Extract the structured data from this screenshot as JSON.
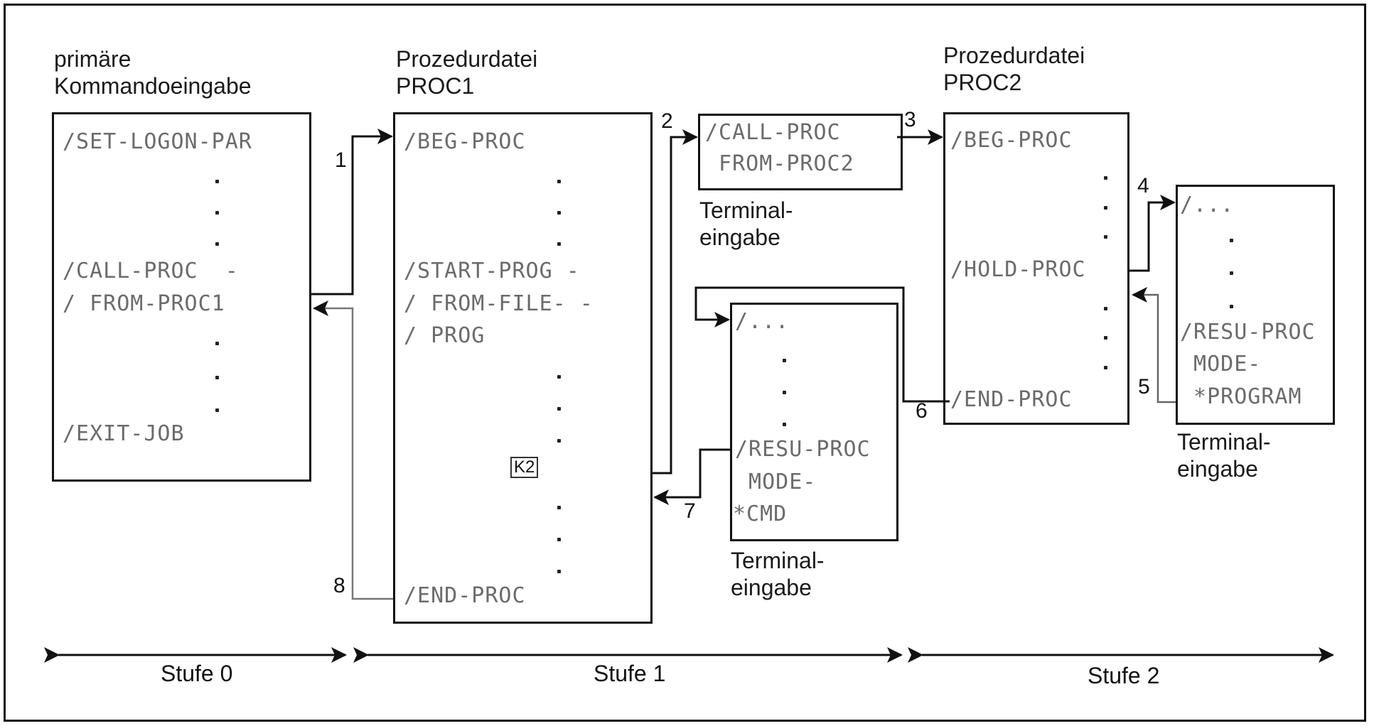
{
  "columns": {
    "stage0_title": [
      "primäre",
      "Kommandoeingabe"
    ],
    "proc1_title": [
      "Prozedurdatei",
      "PROC1"
    ],
    "proc2_title": [
      "Prozedurdatei",
      "PROC2"
    ]
  },
  "boxes": {
    "primary": {
      "line1": "/SET-LOGON-PAR",
      "line2": "/CALL-PROC  -",
      "line3": "/ FROM-PROC1",
      "line4": "/EXIT-JOB"
    },
    "proc1": {
      "line1": "/BEG-PROC",
      "line2": "/START-PROG -",
      "line3": "/ FROM-FILE- -",
      "line4": "/ PROG",
      "marker": "K2",
      "line5": "/END-PROC"
    },
    "terminal_call": {
      "line1": "/CALL-PROC",
      "line2": " FROM-PROC2",
      "caption": [
        "Terminal-",
        "eingabe"
      ]
    },
    "terminal_resume_cmd": {
      "line1": "/...",
      "line2": "/RESU-PROC",
      "line3": " MODE-",
      "line4": "*CMD",
      "caption": [
        "Terminal-",
        "eingabe"
      ]
    },
    "proc2": {
      "line1": "/BEG-PROC",
      "line2": "/HOLD-PROC",
      "line3": "/END-PROC"
    },
    "terminal_resume_program": {
      "line1": "/...",
      "line2": "/RESU-PROC",
      "line3": " MODE-",
      "line4": " *PROGRAM",
      "caption": [
        "Terminal-",
        "eingabe"
      ]
    }
  },
  "steps": [
    "1",
    "2",
    "3",
    "4",
    "5",
    "6",
    "7",
    "8"
  ],
  "stages": [
    "Stufe 0",
    "Stufe 1",
    "Stufe 2"
  ]
}
